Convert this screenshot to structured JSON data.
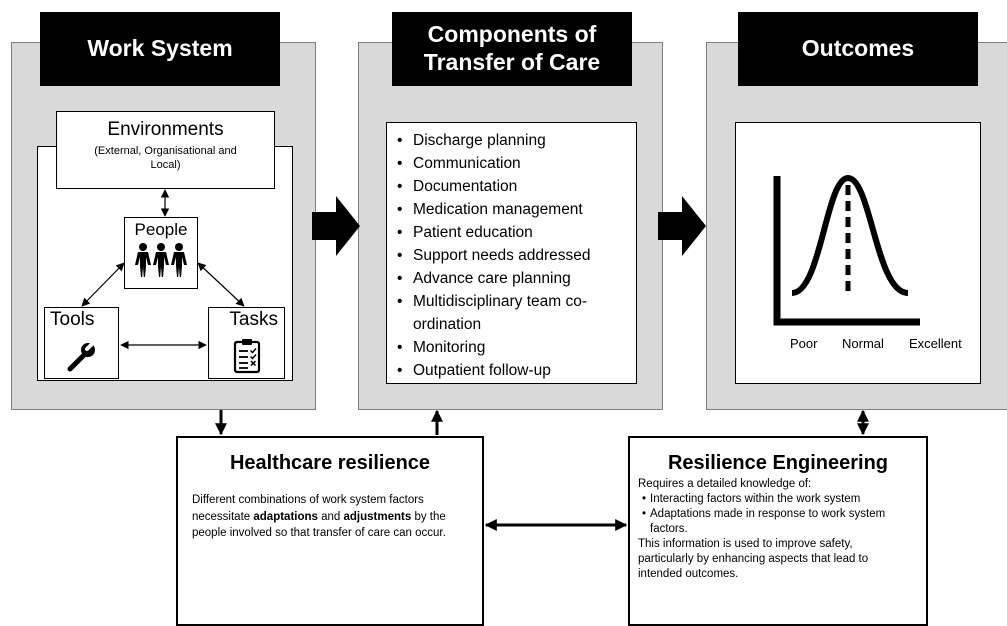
{
  "work_system": {
    "title": "Work System",
    "environments_title": "Environments",
    "environments_sub": "(External, Organisational and Local)",
    "people": "People",
    "tools": "Tools",
    "tasks": "Tasks"
  },
  "components": {
    "title": "Components of Transfer of Care",
    "items": [
      "Discharge planning",
      "Communication",
      "Documentation",
      "Medication management",
      "Patient education",
      "Support needs addressed",
      "Advance care planning",
      "Multidisciplinary team co-ordination",
      "Monitoring",
      "Outpatient follow-up"
    ]
  },
  "outcomes": {
    "title": "Outcomes",
    "labels": [
      "Poor",
      "Normal",
      "Excellent"
    ]
  },
  "healthcare_resilience": {
    "title": "Healthcare resilience",
    "text_1": "Different combinations of work system factors necessitate ",
    "bold_1": "adaptations",
    "text_2": " and ",
    "bold_2": "adjustments",
    "text_3": " by the people involved so that transfer of care can occur."
  },
  "resilience_engineering": {
    "title": "Resilience Engineering",
    "intro": "Requires a detailed knowledge of:",
    "items": [
      "Interacting factors within the work system",
      "Adaptations made in response to work system factors."
    ],
    "outro": "This information is used to improve safety, particularly by enhancing aspects that lead to intended outcomes."
  }
}
